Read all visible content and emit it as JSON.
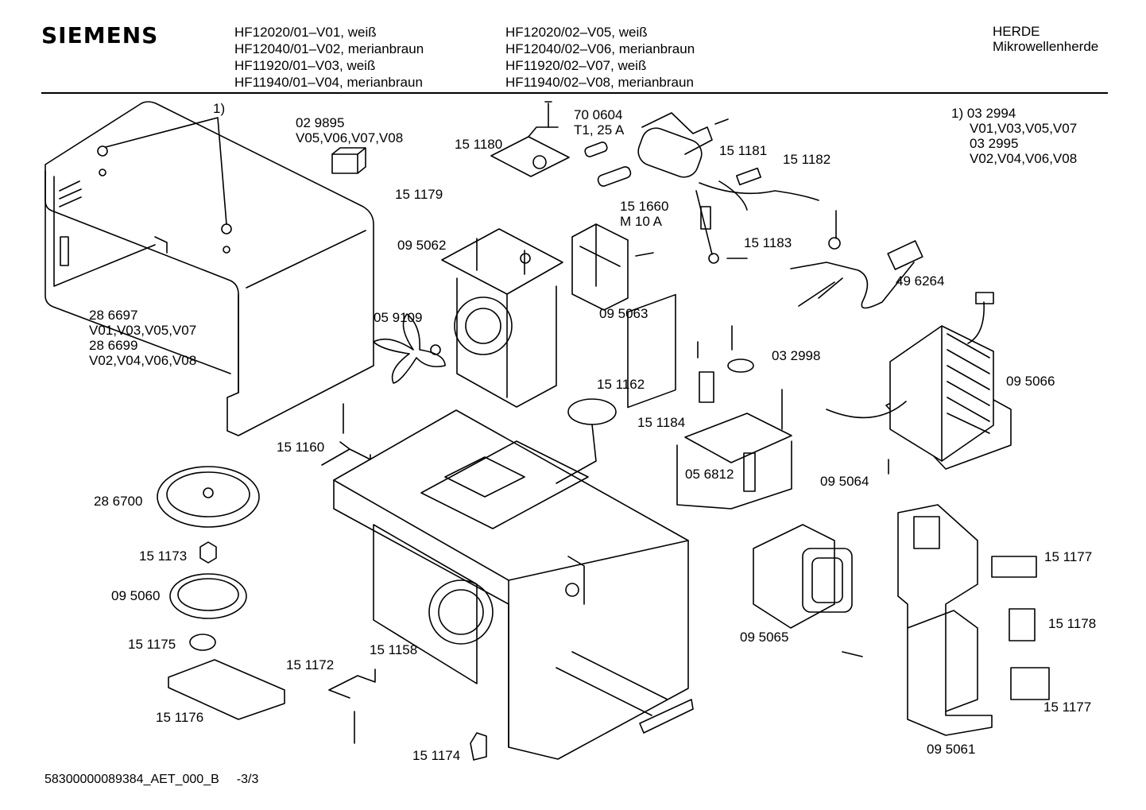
{
  "header": {
    "brand": "SIEMENS",
    "models_left": [
      "HF12020/01–V01, weiß",
      "HF12040/01–V02, merianbraun",
      "HF11920/01–V03, weiß",
      "HF11940/01–V04, merianbraun"
    ],
    "models_right": [
      "HF12020/02–V05, weiß",
      "HF12040/02–V06, merianbraun",
      "HF11920/02–V07, weiß",
      "HF11940/02–V08, merianbraun"
    ],
    "category": [
      "HERDE",
      "Mikrowellenherde"
    ]
  },
  "note": [
    "1)  03 2994",
    "V01,V03,V05,V07",
    "03 2995",
    "V02,V04,V06,V08"
  ],
  "parts": {
    "p_cover_ref": "1)",
    "p_cover": [
      "28 6697",
      "V01,V03,V05,V07",
      "28 6699",
      "V02,V04,V06,V08"
    ],
    "p_029895": [
      "02 9895",
      "V05,V06,V07,V08"
    ],
    "p_700604": [
      "70 0604",
      "T1, 25 A"
    ],
    "p_151180": "15 1180",
    "p_151181": "15 1181",
    "p_151182": "15 1182",
    "p_151179": "15 1179",
    "p_151660": [
      "15 1660",
      "M 10 A"
    ],
    "p_151183": "15 1183",
    "p_095062": "09 5062",
    "p_496264": "49 6264",
    "p_059109": "05 9109",
    "p_095063": "09 5063",
    "p_032998": "03 2998",
    "p_095066": "09 5066",
    "p_151162": "15 1162",
    "p_151184": "15 1184",
    "p_151160": "15 1160",
    "p_056812": "05 6812",
    "p_095064": "09 5064",
    "p_286700": "28 6700",
    "p_151177a": "15 1177",
    "p_151173": "15 1173",
    "p_095060": "09 5060",
    "p_151178": "15 1178",
    "p_151175": "15 1175",
    "p_151158": "15 1158",
    "p_095065": "09 5065",
    "p_151172": "15 1172",
    "p_151177b": "15 1177",
    "p_151176": "15 1176",
    "p_095061": "09 5061",
    "p_151174": "15 1174"
  },
  "footer": {
    "doc_id": "58300000089384_AET_000_B",
    "page": "-3/3"
  }
}
